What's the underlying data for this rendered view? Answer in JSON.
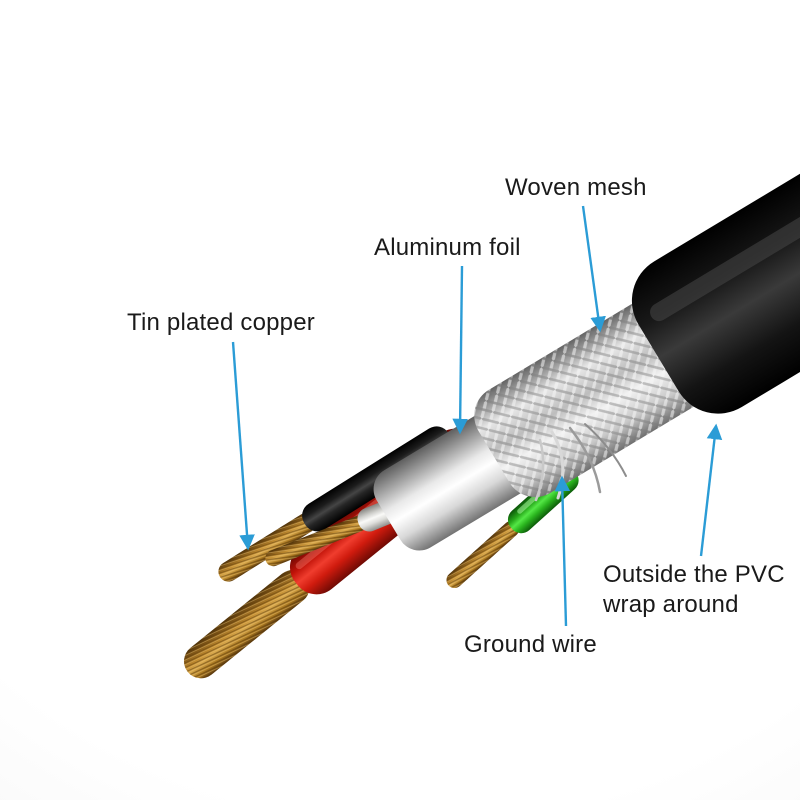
{
  "labels": {
    "woven_mesh": "Woven mesh",
    "aluminum_foil": "Aluminum foil",
    "tin_plated_copper": "Tin plated copper",
    "outside_pvc_line1": "Outside the PVC",
    "outside_pvc_line2": "wrap around",
    "ground_wire": "Ground wire"
  },
  "colors": {
    "arrow-blue": "#2b9cd6",
    "label-text": "#1a1a1a",
    "jacket-black": "#0d0d0d",
    "mesh-silver": "#c9c9c9",
    "foil-silver": "#e8e8e8",
    "copper": "#b5832c",
    "wire-red": "#e02818",
    "wire-green": "#3bcf2e",
    "wire-white": "#ececea",
    "wire-black": "#1b1b1b"
  }
}
